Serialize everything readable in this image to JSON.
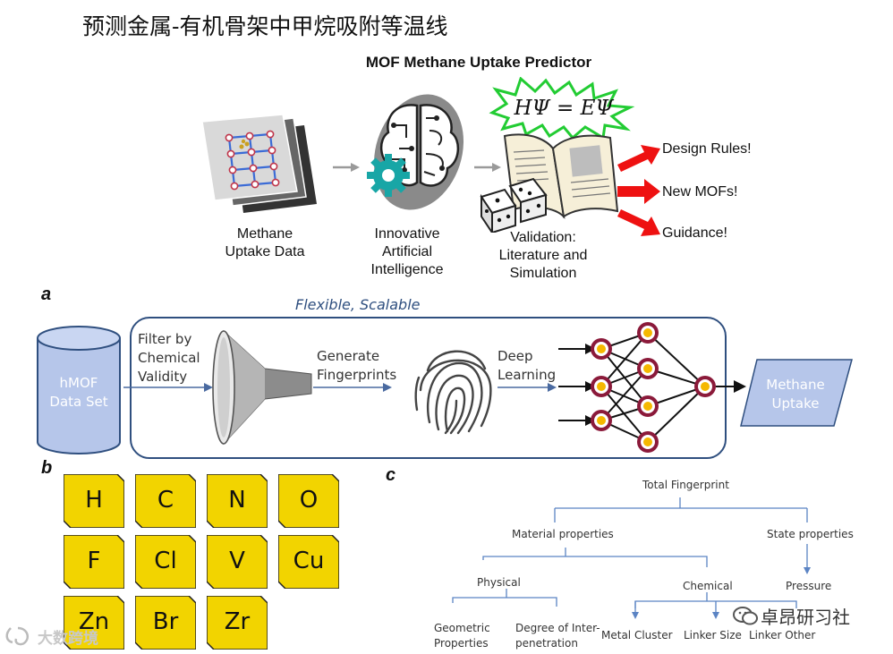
{
  "slide_title": "预测金属-有机骨架中甲烷吸附等温线",
  "graphic": {
    "title": "MOF Methane Uptake Predictor",
    "equation": "HΨ = EΨ",
    "stages": [
      {
        "line1": "Methane",
        "line2": "Uptake Data",
        "line3": ""
      },
      {
        "line1": "Innovative",
        "line2": "Artificial",
        "line3": "Intelligence"
      },
      {
        "line1": "Validation:",
        "line2": "Literature and",
        "line3": "Simulation"
      }
    ],
    "outputs": [
      "Design Rules!",
      "New MOFs!",
      "Guidance!"
    ]
  },
  "panel_a": {
    "label": "a",
    "box_title": "Flexible, Scalable",
    "dataset": {
      "line1": "hMOF",
      "line2": "Data Set"
    },
    "steps": [
      {
        "line1": "Filter by",
        "line2": "Chemical",
        "line3": "Validity"
      },
      {
        "line1": "Generate",
        "line2": "Fingerprints"
      },
      {
        "line1": "Deep",
        "line2": "Learning"
      }
    ],
    "output": {
      "line1": "Methane",
      "line2": "Uptake"
    }
  },
  "panel_b": {
    "label": "b",
    "elements": [
      "H",
      "C",
      "N",
      "O",
      "F",
      "Cl",
      "V",
      "Cu",
      "Zn",
      "Br",
      "Zr"
    ]
  },
  "panel_c": {
    "label": "c",
    "root": "Total Fingerprint",
    "material": "Material properties",
    "state": "State properties",
    "physical": "Physical",
    "chemical": "Chemical",
    "pressure": "Pressure",
    "geometric": {
      "line1": "Geometric",
      "line2": "Properties"
    },
    "degree": {
      "line1": "Degree of Inter-",
      "line2": "penetration"
    },
    "metal_cluster": "Metal Cluster",
    "linker_size": "Linker Size",
    "linker_other": "Linker Other"
  },
  "watermarks": {
    "left": "大数跨境",
    "right": "卓昂研习社"
  },
  "colors": {
    "tile_fill": "#f2d400",
    "flow_box": "#2f4f7f",
    "dataset_fill": "#b6c6ea",
    "arrow_red": "#ee1111",
    "node_ring": "#8b1a3a",
    "node_core": "#f5b800",
    "burst_green": "#22cc33"
  }
}
